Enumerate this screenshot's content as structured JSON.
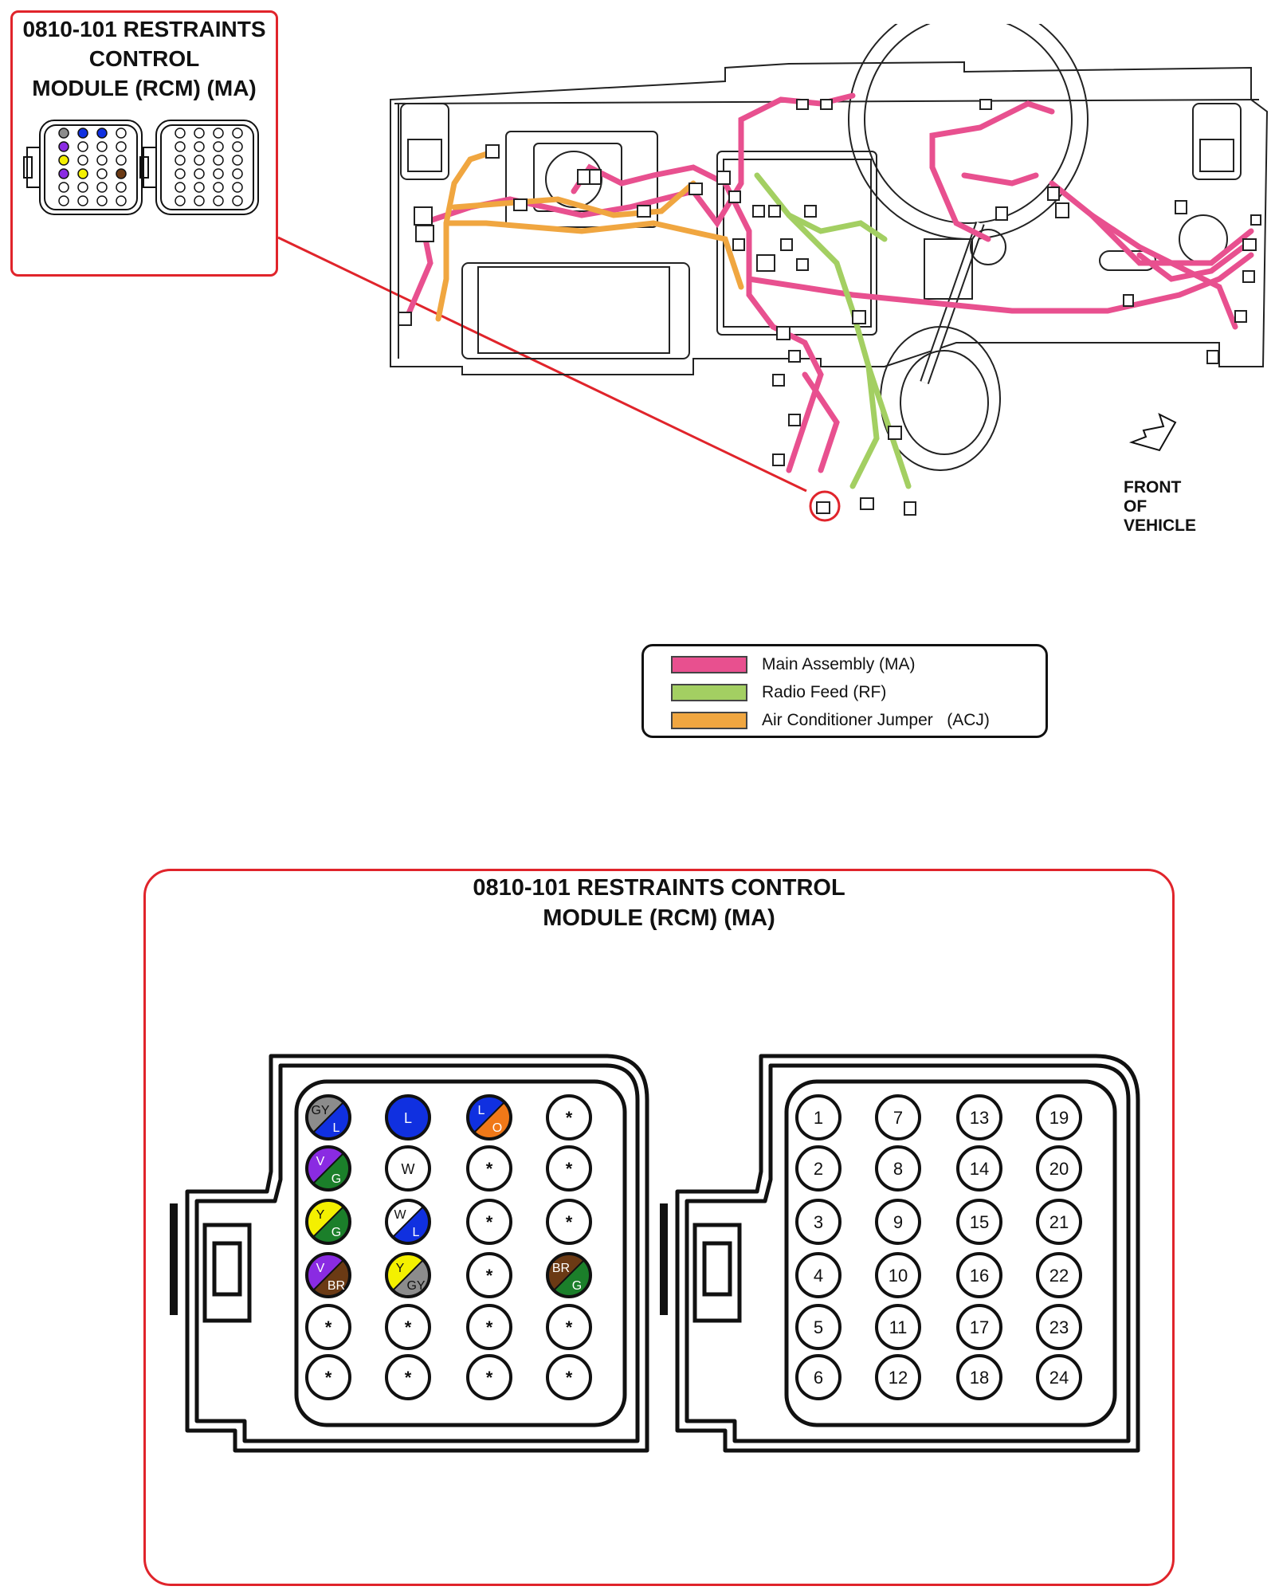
{
  "inset": {
    "title_lines": [
      "0810-101 RESTRAINTS",
      "CONTROL",
      "MODULE (RCM) (MA)"
    ]
  },
  "front_label": {
    "lines": [
      "FRONT",
      "OF",
      "VEHICLE"
    ]
  },
  "legend": {
    "items": [
      {
        "label": "Main Assembly (MA)",
        "color": "#e8508f"
      },
      {
        "label": "Radio Feed (RF)",
        "color": "#a3cf62"
      },
      {
        "label": "Air Conditioner Jumper   (ACJ)",
        "color": "#f0a640"
      }
    ]
  },
  "connector": {
    "title_lines": [
      "0810-101 RESTRAINTS CONTROL",
      "MODULE (RCM) (MA)"
    ],
    "wire_pins": [
      [
        "GY/L",
        "L",
        "L/O",
        "*"
      ],
      [
        "V/G",
        "W",
        "*",
        "*"
      ],
      [
        "Y/G",
        "W/L",
        "*",
        "*"
      ],
      [
        "V/BR",
        "Y/GY",
        "*",
        "BR/G"
      ],
      [
        "*",
        "*",
        "*",
        "*"
      ],
      [
        "*",
        "*",
        "*",
        "*"
      ]
    ],
    "pin_numbers": [
      [
        "1",
        "7",
        "13",
        "19"
      ],
      [
        "2",
        "8",
        "14",
        "20"
      ],
      [
        "3",
        "9",
        "15",
        "21"
      ],
      [
        "4",
        "10",
        "16",
        "22"
      ],
      [
        "5",
        "11",
        "17",
        "23"
      ],
      [
        "6",
        "12",
        "18",
        "24"
      ]
    ]
  },
  "colors": {
    "accent_red": "#e0242b",
    "wire_main": "#e8508f",
    "wire_radio": "#a3cf62",
    "wire_ac": "#f0a640",
    "GY": "#8c8c8c",
    "L": "#1030e0",
    "O": "#f07818",
    "V": "#8a2be2",
    "G": "#1b7f2a",
    "W": "#ffffff",
    "Y": "#f4f000",
    "BR": "#6b3a14"
  }
}
